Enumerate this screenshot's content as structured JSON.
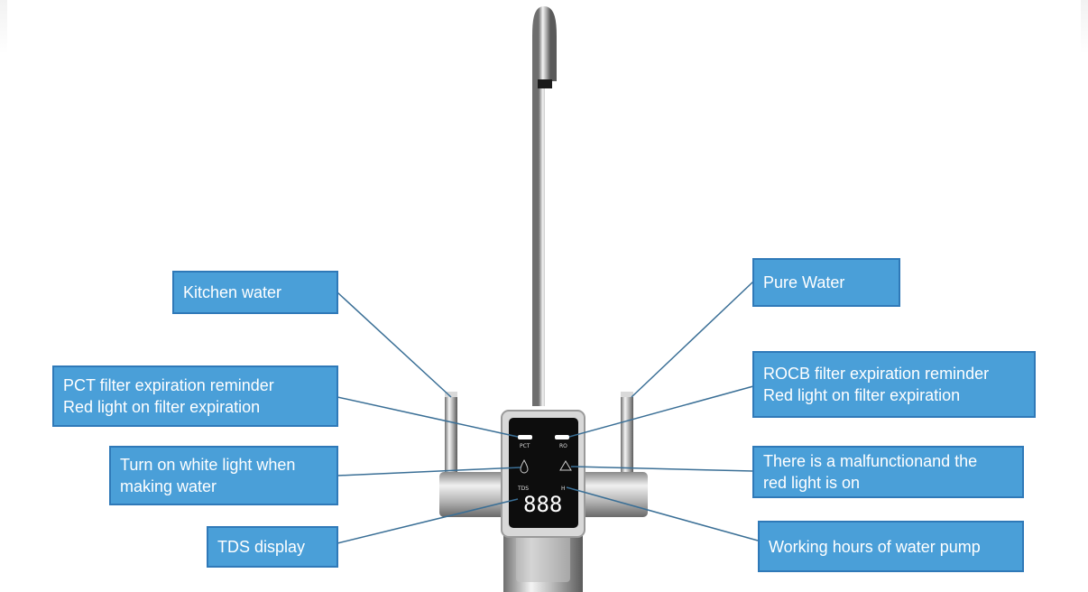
{
  "labels": {
    "kitchen_water": "Kitchen water",
    "pure_water": "Pure Water",
    "pct_line1": "PCT filter expiration reminder",
    "pct_line2": "Red light on filter expiration",
    "rocb_line1": "ROCB filter expiration reminder",
    "rocb_line2": "Red light on filter expiration",
    "white_line1": "Turn on white light when",
    "white_line2": "making water",
    "malf_line1": "There is a malfunctionand the",
    "malf_line2": "red light is on",
    "tds_display": "TDS display",
    "pump_hours": "Working hours of water pump"
  },
  "faucet_panel": {
    "pct": "PCT",
    "ro": "RO",
    "tds": "TDS",
    "h": "H",
    "digits": "888"
  },
  "colors": {
    "label_fill": "#4a9fd8",
    "label_border": "#2f79b8",
    "leader_line": "#3a6f96"
  }
}
